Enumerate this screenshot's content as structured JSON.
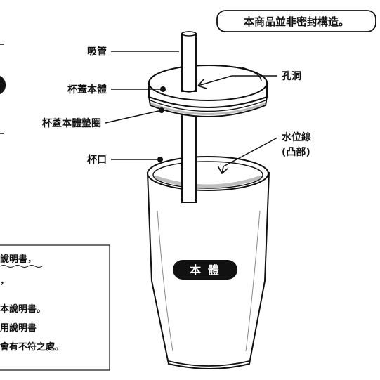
{
  "header": {
    "notice": "本商品並非密封構造。"
  },
  "parts": {
    "straw": "吸管",
    "lid": "杯蓋本體",
    "lid_gasket": "杯蓋本體墊圈",
    "cup_mouth": "杯口",
    "hole": "孔洞",
    "water_line": "水位線",
    "water_line_note": "(凸部)"
  },
  "body_badge": "本 體",
  "side_note": {
    "lines": [
      "說明書，",
      "，",
      "本說明書。",
      "用說明書",
      "會有不符之處。"
    ]
  },
  "colors": {
    "ink": "#111111",
    "cup_fill": "#ffffff",
    "badge": "#111111"
  }
}
